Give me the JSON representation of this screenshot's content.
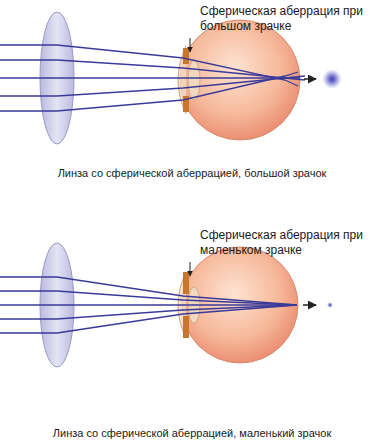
{
  "diagram": {
    "labels": [
      "Сферическая аберрация при большом зрачке",
      "Линза со сферической аберрацией, большой зрачок",
      "Сферическая аберрация при маленьком зрачке",
      "Линза со сферической аберрацией, маленький зрачок"
    ]
  }
}
